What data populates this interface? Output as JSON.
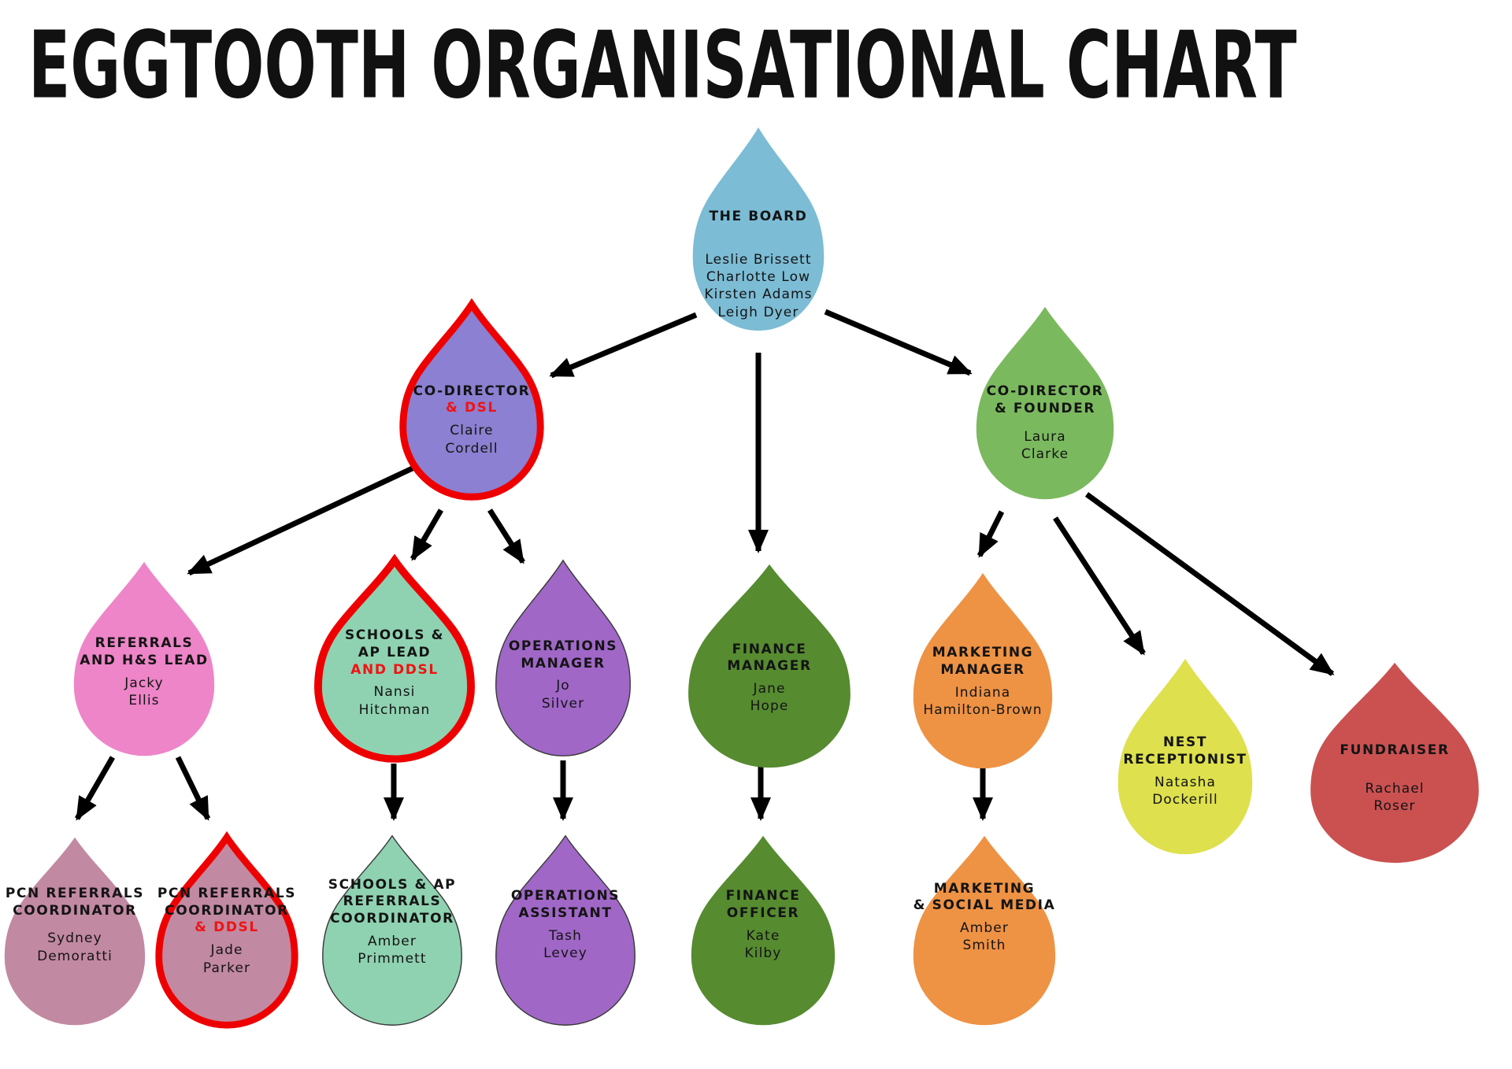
{
  "title": "EGGTOOTH ORGANISATIONAL CHART",
  "colors": {
    "highlight_red": "#ee1414",
    "red_outline": "#ee0000",
    "arrow": "#000000"
  },
  "nodes": [
    {
      "id": "the-board",
      "title": "THE BOARD",
      "names": "Leslie Brissett\nCharlotte Low\nKirsten Adams\nLeigh Dyer",
      "color": "#7cbcd5"
    },
    {
      "id": "co-director-dsl",
      "title": "CO-DIRECTOR",
      "subtitle": "& DSL",
      "names": "Claire\nCordell",
      "color": "#8b80d1"
    },
    {
      "id": "co-director-founder",
      "title": "CO-DIRECTOR\n& FOUNDER",
      "names": "Laura\nClarke",
      "color": "#7bb95e"
    },
    {
      "id": "referrals-hs-lead",
      "title": "REFERRALS\nAND H&S LEAD",
      "names": "Jacky\nEllis",
      "color": "#ee85c8"
    },
    {
      "id": "schools-ap-lead",
      "title": "SCHOOLS &\nAP LEAD",
      "subtitle": "AND DDSL",
      "names": "Nansi\nHitchman",
      "color": "#8fd2b1"
    },
    {
      "id": "operations-manager",
      "title": "OPERATIONS\nMANAGER",
      "names": "Jo\nSilver",
      "color": "#a067c7"
    },
    {
      "id": "finance-manager",
      "title": "FINANCE\nMANAGER",
      "names": "Jane\nHope",
      "color": "#568b30"
    },
    {
      "id": "marketing-manager",
      "title": "MARKETING\nMANAGER",
      "names": "Indiana\nHamilton-Brown",
      "color": "#ee9244"
    },
    {
      "id": "nest-receptionist",
      "title": "NEST\nRECEPTIONIST",
      "names": "Natasha\nDockerill",
      "color": "#dee04d"
    },
    {
      "id": "fundraiser",
      "title": "FUNDRAISER",
      "names": "Rachael\nRoser",
      "color": "#cb5151"
    },
    {
      "id": "pcn-referrals-coordinator",
      "title": "PCN REFERRALS\nCOORDINATOR",
      "names": "Sydney\nDemoratti",
      "color": "#c289a2"
    },
    {
      "id": "pcn-referrals-coordinator-ddsl",
      "title": "PCN REFERRALS\nCOORDINATOR",
      "subtitle": "& DDSL",
      "names": "Jade\nParker",
      "color": "#c289a2"
    },
    {
      "id": "schools-ap-referrals-coordinator",
      "title": "SCHOOLS & AP\nREFERRALS\nCOORDINATOR",
      "names": "Amber\nPrimmett",
      "color": "#8fd2b1"
    },
    {
      "id": "operations-assistant",
      "title": "OPERATIONS\nASSISTANT",
      "names": "Tash\nLevey",
      "color": "#a067c7"
    },
    {
      "id": "finance-officer",
      "title": "FINANCE\nOFFICER",
      "names": "Kate\nKilby",
      "color": "#568b30"
    },
    {
      "id": "marketing-social-media",
      "title": "MARKETING\n& SOCIAL MEDIA",
      "names": "Amber\nSmith",
      "color": "#ee9244"
    }
  ],
  "edges": [
    {
      "from": "the-board",
      "to": "co-director-dsl"
    },
    {
      "from": "the-board",
      "to": "finance-manager"
    },
    {
      "from": "the-board",
      "to": "co-director-founder"
    },
    {
      "from": "co-director-dsl",
      "to": "referrals-hs-lead"
    },
    {
      "from": "co-director-dsl",
      "to": "schools-ap-lead"
    },
    {
      "from": "co-director-dsl",
      "to": "operations-manager"
    },
    {
      "from": "co-director-founder",
      "to": "marketing-manager"
    },
    {
      "from": "co-director-founder",
      "to": "nest-receptionist"
    },
    {
      "from": "co-director-founder",
      "to": "fundraiser"
    },
    {
      "from": "referrals-hs-lead",
      "to": "pcn-referrals-coordinator"
    },
    {
      "from": "referrals-hs-lead",
      "to": "pcn-referrals-coordinator-ddsl"
    },
    {
      "from": "schools-ap-lead",
      "to": "schools-ap-referrals-coordinator"
    },
    {
      "from": "operations-manager",
      "to": "operations-assistant"
    },
    {
      "from": "finance-manager",
      "to": "finance-officer"
    },
    {
      "from": "marketing-manager",
      "to": "marketing-social-media"
    }
  ]
}
